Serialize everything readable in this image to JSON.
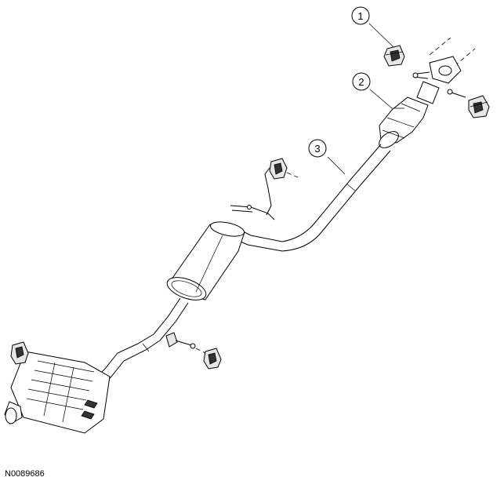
{
  "callouts": [
    {
      "id": "callout-1",
      "label": "1"
    },
    {
      "id": "callout-2",
      "label": "2"
    },
    {
      "id": "callout-3",
      "label": "3"
    }
  ],
  "figure_id": "N0089686"
}
